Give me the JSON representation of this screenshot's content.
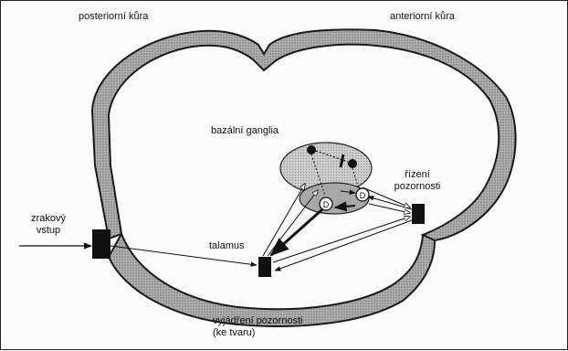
{
  "labels": {
    "posterior_cortex": "posteriorní kůra",
    "anterior_cortex": "anteriorní kůra",
    "basal_ganglia": "bazální ganglia",
    "attention_control_1": "řízení",
    "attention_control_2": "pozornosti",
    "visual_input_1": "zrakový",
    "visual_input_2": "vstup",
    "thalamus": "talamus",
    "attention_expression_1": "vyjádření pozornosti",
    "attention_expression_2": "(ke tvaru)"
  },
  "node_markers": {
    "d_upper": "D",
    "d_lower": "D"
  },
  "colors": {
    "cortex_band": "#9a9a9a",
    "cortex_stroke": "#1a1a1a",
    "ganglia_fill": "#c8c8c8",
    "inner_ellipse_fill": "#a8a8a8",
    "node_fill": "#111111"
  }
}
